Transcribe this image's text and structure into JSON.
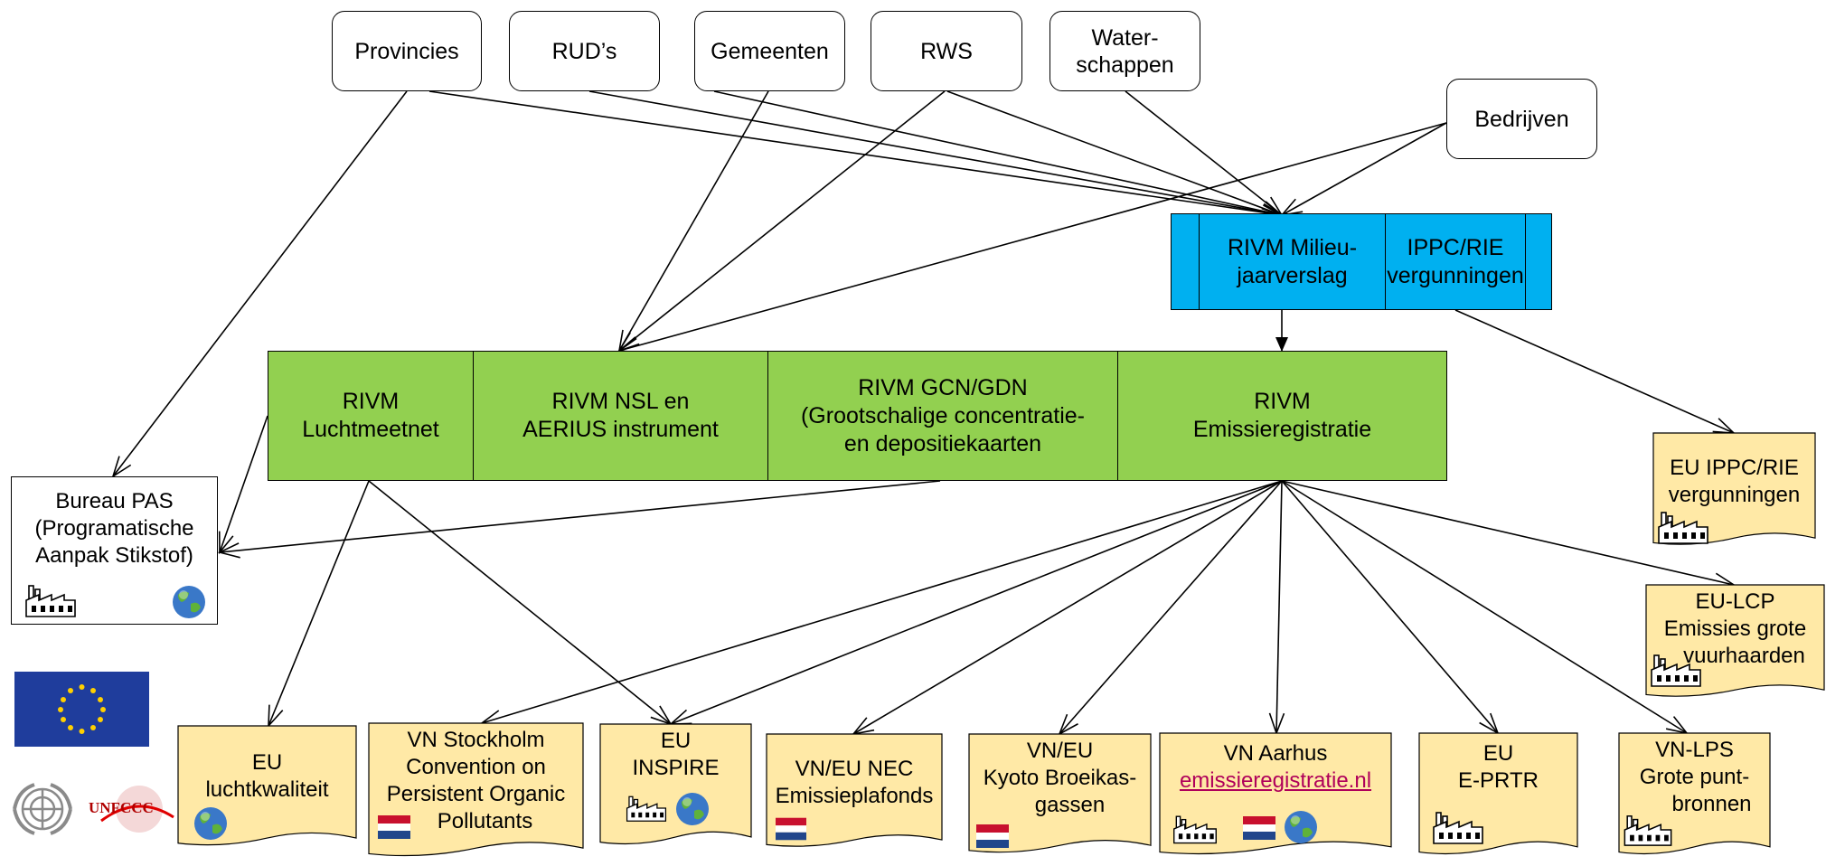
{
  "sources": {
    "provincies": "Provincies",
    "ruds": "RUD’s",
    "gemeenten": "Gemeenten",
    "rws": "RWS",
    "waterschappen_1": "Water-",
    "waterschappen_2": "schappen",
    "bedrijven": "Bedrijven"
  },
  "blue": {
    "milieu_1": "RIVM Milieu-",
    "milieu_2": "jaarverslag",
    "ippc_1": "IPPC/RIE",
    "ippc_2": "vergunningen"
  },
  "green": {
    "luchtmeetnet_1": "RIVM",
    "luchtmeetnet_2": "Luchtmeetnet",
    "nsl_1": "RIVM NSL en",
    "nsl_2": "AERIUS instrument",
    "gcn_1": "RIVM GCN/GDN",
    "gcn_2": "(Grootschalige concentratie-",
    "gcn_3": "en depositiekaarten",
    "emissie_1": "RIVM",
    "emissie_2": "Emissieregistratie"
  },
  "bureau": {
    "line1": "Bureau PAS",
    "line2": "(Programatische",
    "line3": "Aanpak Stikstof)"
  },
  "outputs": {
    "eu_ippc_1": "EU IPPC/RIE",
    "eu_ippc_2": "vergunningen",
    "eu_lcp_1": "EU-LCP",
    "eu_lcp_2": "Emissies grote",
    "eu_lcp_3": "vuurhaarden",
    "eu_lucht_1": "EU",
    "eu_lucht_2": "luchtkwaliteit",
    "stockholm_1": "VN Stockholm",
    "stockholm_2": "Convention on",
    "stockholm_3": "Persistent Organic",
    "stockholm_4": "Pollutants",
    "inspire_1": "EU",
    "inspire_2": "INSPIRE",
    "nec_1": "VN/EU NEC",
    "nec_2": "Emissieplafonds",
    "kyoto_1": "VN/EU",
    "kyoto_2": "Kyoto Broeikas-",
    "kyoto_3": "gassen",
    "aarhus_1": "VN Aarhus",
    "aarhus_link": "emissieregistratie.nl",
    "eprtr_1": "EU",
    "eprtr_2": "E-PRTR",
    "lps_1": "VN-LPS",
    "lps_2": "Grote punt-",
    "lps_3": "bronnen"
  },
  "logos": {
    "unfccc": "UNFCCC"
  },
  "colors": {
    "green": "#92d050",
    "blue": "#00b0f0",
    "note": "#ffe9a6",
    "link": "#b0005a"
  },
  "icons": [
    "factory-icon",
    "globe-icon",
    "netherlands-flag-icon",
    "eu-flag-icon",
    "un-emblem-icon"
  ]
}
